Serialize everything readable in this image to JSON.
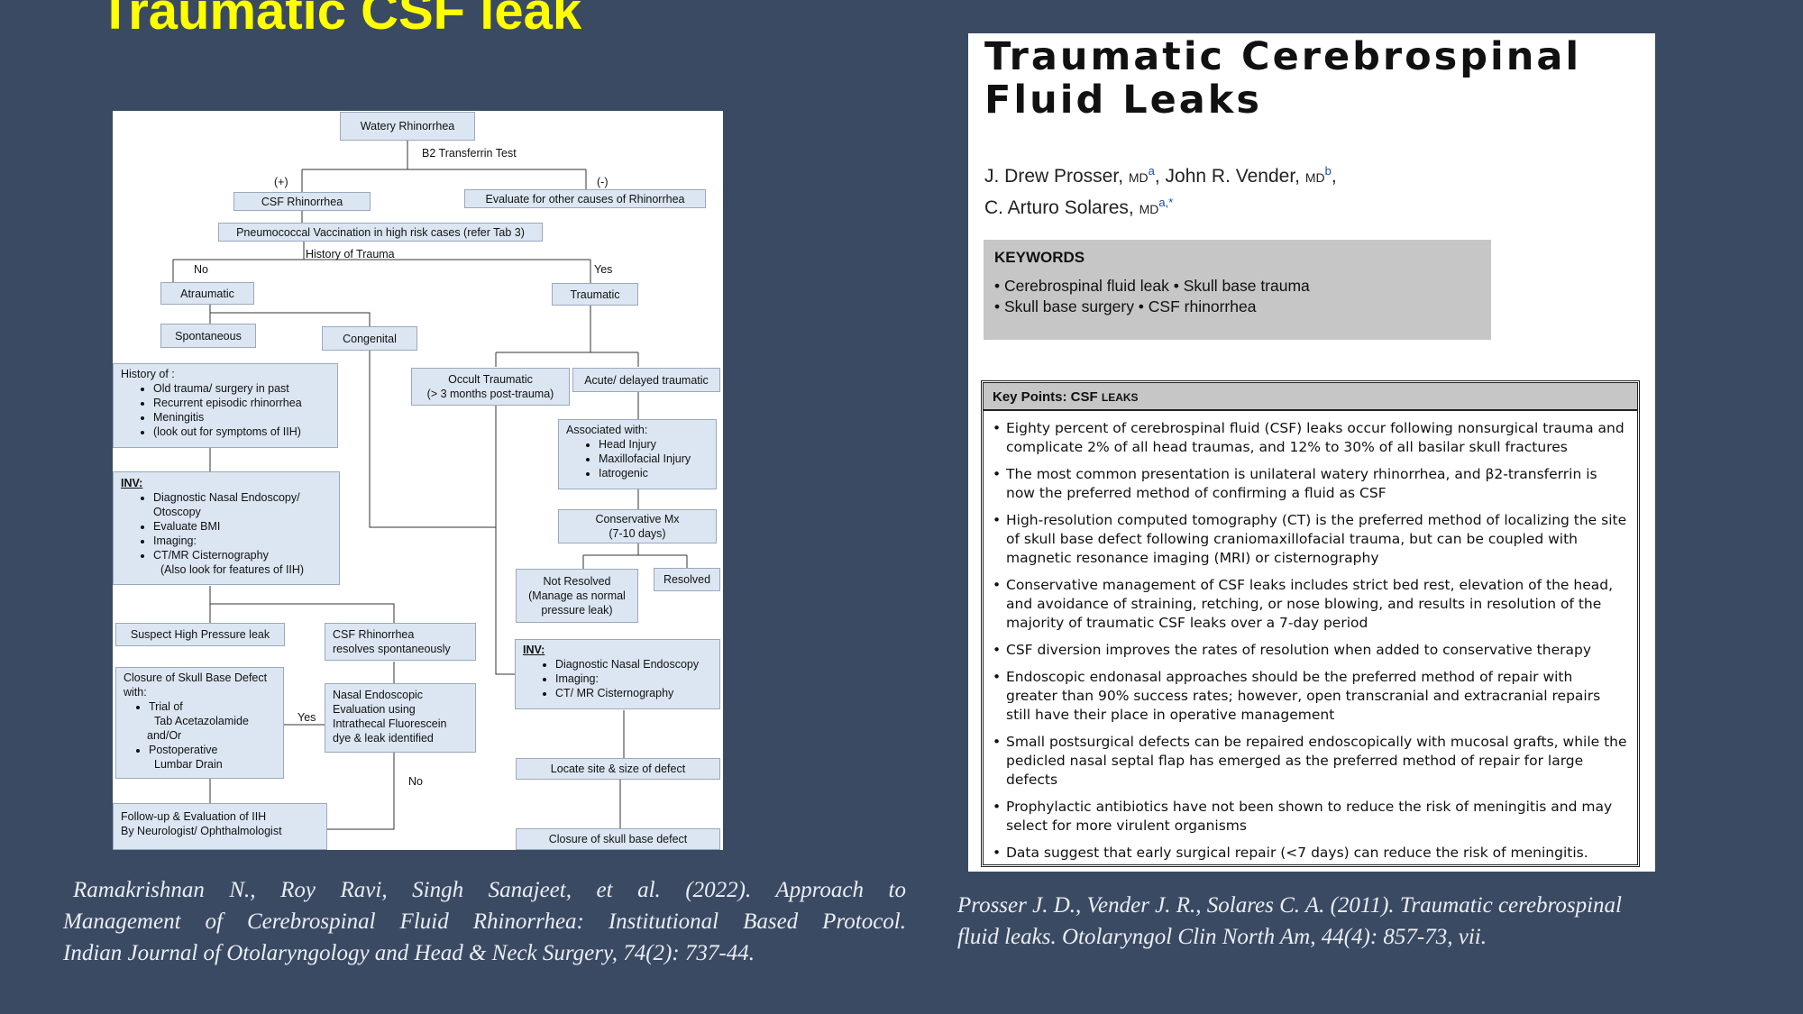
{
  "slide": {
    "title": "Traumatic CSF leak"
  },
  "flowchart": {
    "watery_rhinorrhea": "Watery Rhinorrhea",
    "b2_test": "B2 Transferrin Test",
    "plus": "(+)",
    "minus": "(-)",
    "csf_rhinorrhea": "CSF Rhinorrhea",
    "evaluate_other": "Evaluate for other causes of Rhinorrhea",
    "pneumococcal": "Pneumococcal Vaccination in high risk cases (refer Tab 3)",
    "history_trauma": "History of Trauma",
    "no": "No",
    "yes": "Yes",
    "atraumatic": "Atraumatic",
    "traumatic": "Traumatic",
    "spontaneous": "Spontaneous",
    "congenital": "Congenital",
    "history_of": {
      "head": "History of :",
      "items": [
        "Old trauma/ surgery in past",
        "Recurrent episodic rhinorrhea",
        "Meningitis",
        "(look out for symptoms of IIH)"
      ]
    },
    "occult": {
      "line1": "Occult Traumatic",
      "line2": "(> 3 months post-trauma)"
    },
    "acute": "Acute/ delayed traumatic",
    "associated": {
      "head": "Associated with:",
      "items": [
        "Head Injury",
        "Maxillofacial Injury",
        "Iatrogenic"
      ]
    },
    "inv1": {
      "head": "INV:",
      "items": [
        "Diagnostic Nasal Endoscopy/ Otoscopy",
        "Evaluate BMI",
        "Imaging:",
        "CT/MR Cisternography"
      ],
      "extra": "(Also look for features of IIH)"
    },
    "conservative": {
      "line1": "Conservative Mx",
      "line2": "(7-10 days)"
    },
    "not_resolved": {
      "line1": "Not Resolved",
      "line2": "(Manage as normal",
      "line3": "pressure leak)"
    },
    "resolved": "Resolved",
    "suspect_high": "Suspect High Pressure leak",
    "csf_resolves": {
      "line1": "CSF Rhinorrhea",
      "line2": "resolves spontaneously"
    },
    "inv2": {
      "head": "INV:",
      "items": [
        "Diagnostic Nasal Endoscopy",
        "Imaging:",
        "CT/ MR Cisternography"
      ]
    },
    "closure_defect": {
      "line1": "Closure of Skull Base Defect",
      "line2": "with:",
      "item1": "Trial of",
      "item1b": "Tab Acetazolamide",
      "andor": "and/Or",
      "item2": "Postoperative",
      "item2b": "Lumbar Drain"
    },
    "yes2": "Yes",
    "nasal_endo": {
      "line1": "Nasal Endoscopic",
      "line2": "Evaluation using",
      "line3": "Intrathecal Fluorescein",
      "line4": "dye & leak identified"
    },
    "no2": "No",
    "locate": "Locate site & size of defect",
    "followup": {
      "line1": "Follow-up & Evaluation of IIH",
      "line2": "By Neurologist/ Ophthalmologist"
    },
    "closure_final": "Closure of skull base defect"
  },
  "citations": {
    "left": {
      "line1": "Ramakrishnan N., Roy Ravi, Singh Sanajeet, et al. (2022). Approach to",
      "line2": "Management of Cerebrospinal Fluid Rhinorrhea: Institutional Based Protocol.",
      "line3": "Indian Journal of Otolaryngology and Head & Neck Surgery, 74(2): 737-44."
    },
    "right": {
      "line1": "Prosser J. D., Vender J. R., Solares C. A. (2011). Traumatic cerebrospinal",
      "line2": "fluid leaks. Otolaryngol Clin North Am, 44(4): 857-73, vii."
    }
  },
  "paper": {
    "title_line1": "Traumatic Cerebrospinal",
    "title_line2": "Fluid Leaks",
    "authors": {
      "a1": "J. Drew Prosser, ",
      "deg": "MD",
      "sup_a": "a",
      "a2": ", John R. Vender, ",
      "sup_b": "b",
      "comma": ",",
      "a3": "C. Arturo Solares, ",
      "sup_c": "a,*"
    },
    "keywords_title": "KEYWORDS",
    "keywords": [
      "• Cerebrospinal fluid leak • Skull base trauma",
      "• Skull base surgery • CSF rhinorrhea"
    ],
    "key_points_title": "Key Points: CSF ",
    "key_points_title_small": "LEAKS",
    "key_points": [
      "Eighty percent of cerebrospinal fluid (CSF) leaks occur following nonsurgical trauma and complicate 2% of all head traumas, and 12% to 30% of all basilar skull fractures",
      "The most common presentation is unilateral watery rhinorrhea, and β2-transferrin is now the preferred method of confirming a fluid as CSF",
      "High-resolution computed tomography (CT) is the preferred method of localizing the site of skull base defect following craniomaxillofacial trauma, but can be coupled with magnetic resonance imaging (MRI) or cisternography",
      "Conservative management of CSF leaks includes strict bed rest, elevation of the head, and avoidance of straining, retching, or nose blowing, and results in resolution of the majority of traumatic CSF leaks over a 7-day period",
      "CSF diversion improves the rates of resolution when added to conservative therapy",
      "Endoscopic endonasal approaches should be the preferred method of repair with greater than 90% success rates; however, open transcranial and extracranial repairs still have their place in operative management",
      "Small postsurgical defects can be repaired endoscopically with mucosal grafts, while the pedicled nasal septal flap has emerged as the preferred method of repair for large defects",
      "Prophylactic antibiotics have not been shown to reduce the risk of meningitis and may select for more virulent organisms",
      "Data suggest that early surgical repair (<7 days) can reduce the risk of meningitis."
    ]
  }
}
